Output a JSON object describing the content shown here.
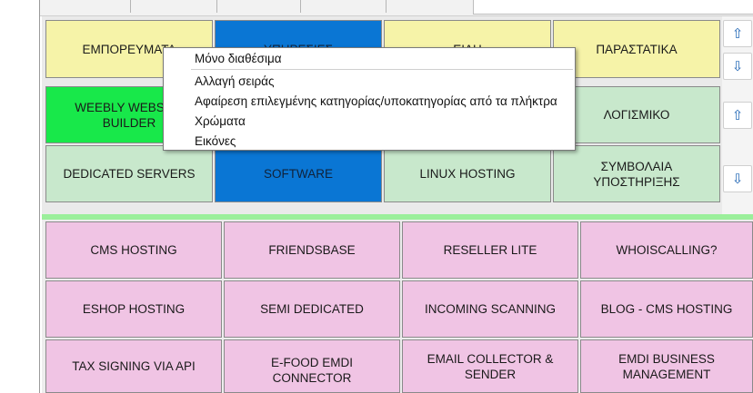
{
  "top_grid": {
    "row1": [
      "ΕΜΠΟΡΕΥΜΑΤΑ",
      "ΥΠΗΡΕΣΙΕΣ",
      "ΕΙΔΗ",
      "ΠΑΡΑΣΤΑΤΙΚΑ"
    ],
    "row2": [
      "WEEBLY WEBSITE BUILDER",
      "",
      "",
      "ΛΟΓΙΣΜΙΚΟ"
    ],
    "row3": [
      "DEDICATED SERVERS",
      "SOFTWARE",
      "LINUX HOSTING",
      "ΣΥΜΒΟΛΑΙΑ ΥΠΟΣΤΗΡΙΞΗΣ"
    ]
  },
  "bottom_grid": {
    "row1": [
      "CMS HOSTING",
      "FRIENDSBASE",
      "RESELLER LITE",
      "WHOISCALLING?"
    ],
    "row2": [
      "ESHOP HOSTING",
      "SEMI DEDICATED",
      "INCOMING SCANNING",
      "BLOG - CMS HOSTING"
    ],
    "row3": [
      "TAX SIGNING VIA API",
      "E-FOOD EMDI CONNECTOR",
      "EMAIL COLLECTOR & SENDER",
      "EMDI BUSINESS MANAGEMENT"
    ]
  },
  "context_menu": {
    "items": [
      "Μόνο διαθέσιμα",
      "Αλλαγή σειράς",
      "Αφαίρεση επιλεγμένης κατηγορίας/υποκατηγορίας από τα πλήκτρα",
      "Χρώματα",
      "Εικόνες"
    ]
  },
  "icons": {
    "up": "arrow-up-icon",
    "down": "arrow-down-icon"
  },
  "colors": {
    "accent_blue": "#0a76d4",
    "selected_green": "#18e84a",
    "divider_green": "#9bef9b"
  }
}
